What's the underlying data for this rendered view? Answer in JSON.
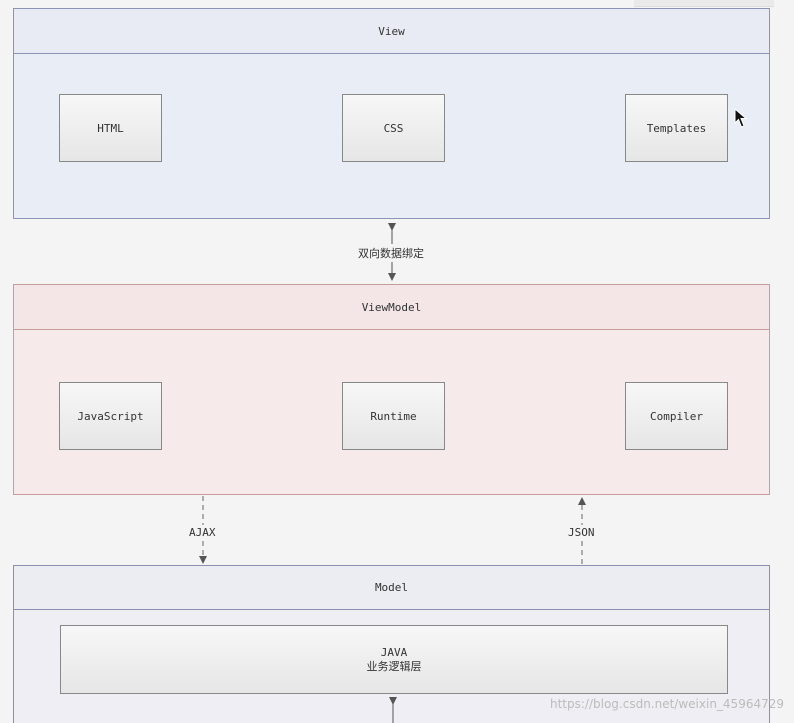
{
  "view": {
    "title": "View",
    "boxes": [
      "HTML",
      "CSS",
      "Templates"
    ]
  },
  "binding_label": "双向数据绑定",
  "viewmodel": {
    "title": "ViewModel",
    "boxes": [
      "JavaScript",
      "Runtime",
      "Compiler"
    ]
  },
  "ajax_label": "AJAX",
  "json_label": "JSON",
  "model": {
    "title": "Model",
    "box_line1": "JAVA",
    "box_line2": "业务逻辑层"
  },
  "watermark": "https://blog.csdn.net/weixin_45964729",
  "colors": {
    "view_fill": "#e9eef6",
    "viewmodel_fill": "#f6eaea",
    "model_fill": "#eeeef4"
  },
  "icons": [
    "mouse-pointer-icon"
  ]
}
